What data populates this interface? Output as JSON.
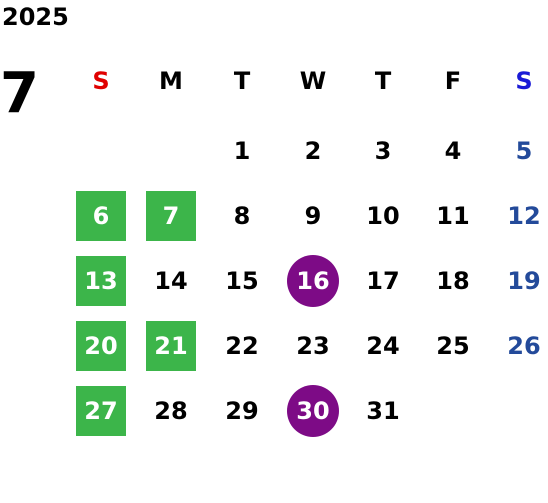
{
  "calendar": {
    "year": "2025",
    "month": "7",
    "weekdays": [
      {
        "label": "S",
        "color": "#e00000"
      },
      {
        "label": "M",
        "color": "#000000"
      },
      {
        "label": "T",
        "color": "#000000"
      },
      {
        "label": "W",
        "color": "#000000"
      },
      {
        "label": "T",
        "color": "#000000"
      },
      {
        "label": "F",
        "color": "#000000"
      },
      {
        "label": "S",
        "color": "#1a1ad6"
      }
    ],
    "colors": {
      "sunday": "#e00000",
      "saturday_header": "#1a1ad6",
      "saturday_date": "#234a9a",
      "weekday": "#000000",
      "green_highlight": "#3cb54a",
      "purple_highlight": "#7d0b86"
    },
    "weeks": [
      [
        {
          "d": ""
        },
        {
          "d": ""
        },
        {
          "d": "1"
        },
        {
          "d": "2"
        },
        {
          "d": "3"
        },
        {
          "d": "4"
        },
        {
          "d": "5"
        }
      ],
      [
        {
          "d": "6",
          "h": "green"
        },
        {
          "d": "7",
          "h": "green"
        },
        {
          "d": "8"
        },
        {
          "d": "9"
        },
        {
          "d": "10"
        },
        {
          "d": "11"
        },
        {
          "d": "12"
        }
      ],
      [
        {
          "d": "13",
          "h": "green"
        },
        {
          "d": "14"
        },
        {
          "d": "15"
        },
        {
          "d": "16",
          "h": "purple"
        },
        {
          "d": "17"
        },
        {
          "d": "18"
        },
        {
          "d": "19"
        }
      ],
      [
        {
          "d": "20",
          "h": "green"
        },
        {
          "d": "21",
          "h": "green"
        },
        {
          "d": "22"
        },
        {
          "d": "23"
        },
        {
          "d": "24"
        },
        {
          "d": "25"
        },
        {
          "d": "26"
        }
      ],
      [
        {
          "d": "27",
          "h": "green"
        },
        {
          "d": "28"
        },
        {
          "d": "29"
        },
        {
          "d": "30",
          "h": "purple"
        },
        {
          "d": "31"
        },
        {
          "d": ""
        },
        {
          "d": ""
        }
      ]
    ]
  }
}
